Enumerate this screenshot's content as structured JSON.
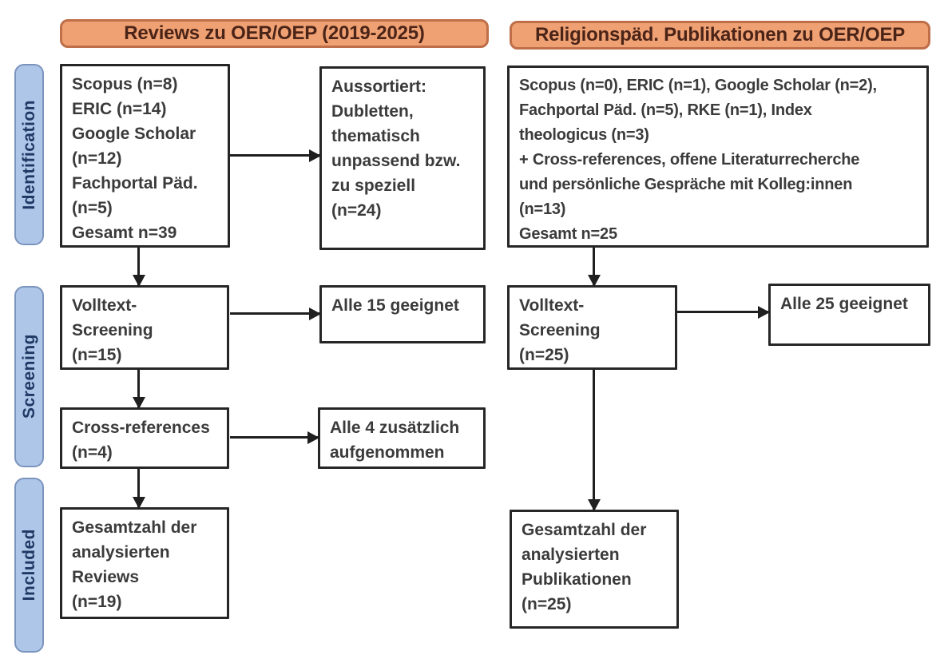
{
  "colors": {
    "bg": "#ffffff",
    "header-fill": "#F0A173",
    "header-border": "#BE6F49",
    "header-text": "#4B2418",
    "stage-fill": "#AEC6E8",
    "stage-border": "#7B94BD",
    "stage-text": "#1F3864",
    "box-border": "#262626",
    "box-text": "#3B3B3B",
    "arrow": "#1F1F1F"
  },
  "flow": {
    "stages": [
      "Identification",
      "Screening",
      "Included"
    ],
    "left": {
      "header": "Reviews zu OER/OEP (2019-2025)",
      "identification_box": "Scopus (n=8)\nERIC (n=14)\nGoogle Scholar\n(n=12)\nFachportal Päd.\n(n=5)\nGesamt n=39",
      "excluded_box": "Aussortiert:\nDubletten,\nthematisch\nunpassend bzw.\nzu speziell\n(n=24)",
      "fulltext_box": "Volltext-\nScreening\n(n=15)",
      "eligible_box": "Alle 15 geeignet",
      "crossref_box": "Cross-references\n(n=4)",
      "crossref_result_box": "Alle 4 zusätzlich\naufgenommen",
      "included_box": "Gesamtzahl der\nanalysierten\nReviews\n(n=19)"
    },
    "right": {
      "header": "Religionspäd. Publikationen zu OER/OEP",
      "identification_box": "Scopus (n=0), ERIC (n=1), Google Scholar (n=2),\nFachportal Päd. (n=5), RKE (n=1), Index\ntheologicus (n=3)\n+ Cross-references, offene Literaturrecherche\nund persönliche Gespräche mit Kolleg:innen\n(n=13)\nGesamt n=25",
      "fulltext_box": "Volltext-\nScreening\n(n=25)",
      "eligible_box": "Alle 25 geeignet",
      "included_box": "Gesamtzahl der\nanalysierten\nPublikationen\n(n=25)"
    }
  }
}
